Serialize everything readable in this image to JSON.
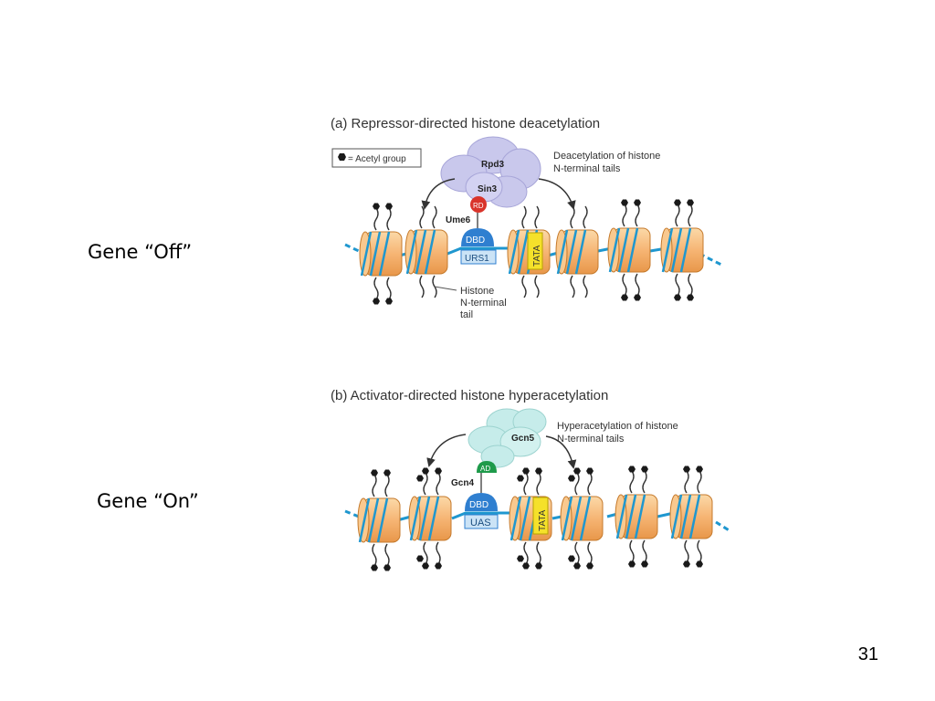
{
  "slide": {
    "page_number": "31",
    "gene_off_label": "Gene “Off”",
    "gene_on_label": "Gene “On”"
  },
  "panel_a": {
    "title": "(a)  Repressor-directed histone deacetylation",
    "legend": "= Acetyl group",
    "complex_rpd3": "Rpd3",
    "complex_sin3": "Sin3",
    "rd": "RD",
    "ume6": "Ume6",
    "dbd": "DBD",
    "urs1": "URS1",
    "tata": "TATA",
    "deacetylation_line1": "Deacetylation of histone",
    "deacetylation_line2": "N-terminal tails",
    "histone_line1": "Histone",
    "histone_line2": "N-terminal",
    "histone_line3": "tail"
  },
  "panel_b": {
    "title": "(b)  Activator-directed histone hyperacetylation",
    "complex_gcn5": "Gcn5",
    "ad": "AD",
    "gcn4": "Gcn4",
    "dbd": "DBD",
    "uas": "UAS",
    "tata": "TATA",
    "hyper_line1": "Hyperacetylation of histone",
    "hyper_line2": "N-terminal tails"
  },
  "colors": {
    "nucleosome_fill": "#f6b574",
    "nucleosome_stroke": "#c57a2c",
    "dna": "#1f97cf",
    "rpd3_complex": "#c9c8ec",
    "gcn5_complex": "#c6ecea",
    "rd_red": "#d9342b",
    "ad_green": "#1e9a4a",
    "dbd_blue": "#2f7fd0",
    "tata_yellow": "#f5e12a",
    "acetyl": "#1a1a1a"
  }
}
